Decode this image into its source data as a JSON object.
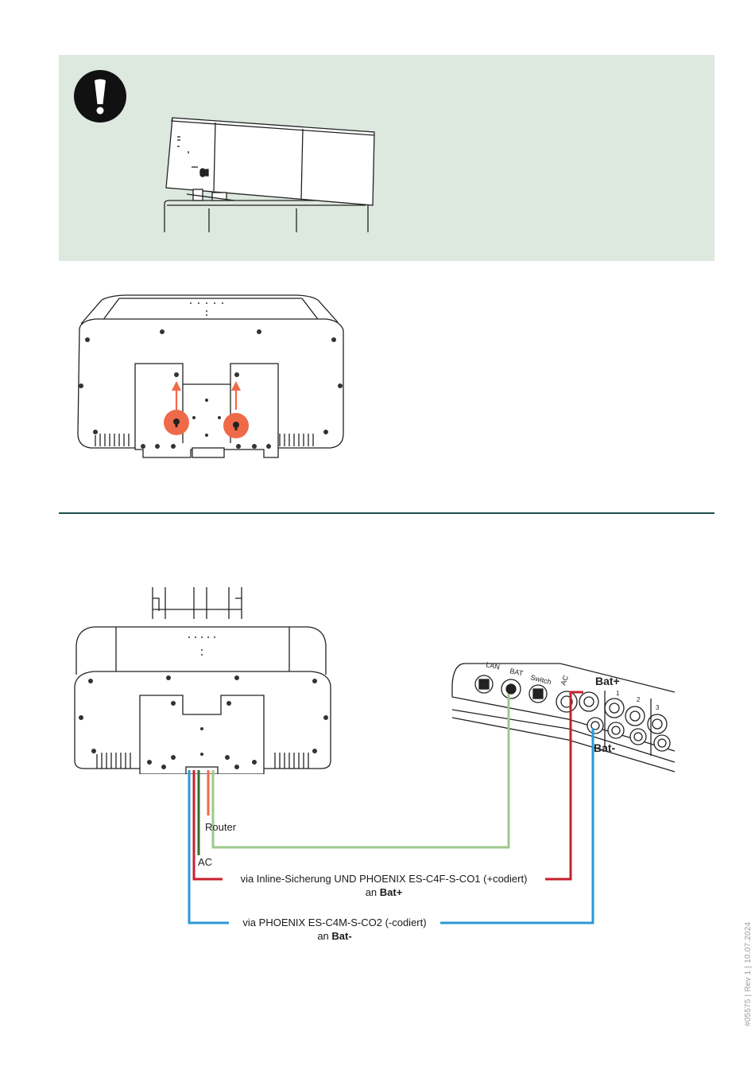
{
  "device_labels": {
    "lan": "LAN",
    "bat": "BAT",
    "switch": "Switch",
    "ac": "AC",
    "bat_plus": "Bat+",
    "bat_minus": "Bat-",
    "string_1": "1",
    "string_2": "2",
    "string_3": "3"
  },
  "wiring": {
    "router_label": "Router",
    "ac_label": "AC",
    "bat_plus_route": {
      "line1": "via Inline-Sicherung UND PHOENIX ES-C4F-S-CO1 (+codiert)",
      "line2_prefix": "an ",
      "line2_bold": "Bat+"
    },
    "bat_minus_route": {
      "line1": "via PHOENIX ES-C4M-S-CO2 (-codiert)",
      "line2_prefix": "an ",
      "line2_bold": "Bat-"
    }
  },
  "footer": {
    "doc_id": "#05575 | Rev 1 | 10.07.2024"
  },
  "colors": {
    "notice_bg": "#dde8df",
    "divider": "#1d4f4f",
    "arrow_accent": "#ef6a48",
    "router_cable": "#9cc98b",
    "bat_plus_cable": "#c8202f",
    "bat_minus_cable": "#2a9ad6",
    "ac_cable": "#6b3a22"
  }
}
